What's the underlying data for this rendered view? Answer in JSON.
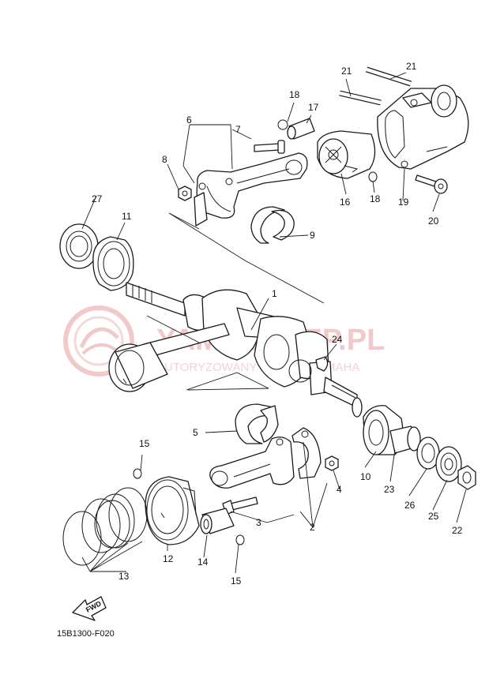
{
  "diagram": {
    "figure_code": "15B1300-F020",
    "fwd_label": "FWD",
    "watermark": {
      "brand": "YAMASKLEP.PL",
      "subtitle": "AUTORYZOWANY DEALER YAMAHA"
    },
    "callouts": [
      "1",
      "2",
      "3",
      "4",
      "5",
      "6",
      "7",
      "8",
      "9",
      "10",
      "11",
      "12",
      "13",
      "15",
      "15",
      "17",
      "18",
      "18",
      "19",
      "20",
      "21",
      "21",
      "22",
      "23",
      "24",
      "25",
      "26",
      "27",
      "14",
      "16"
    ]
  },
  "colors": {
    "line": "#1a1a1a",
    "watermark": "#f2c9c9"
  }
}
